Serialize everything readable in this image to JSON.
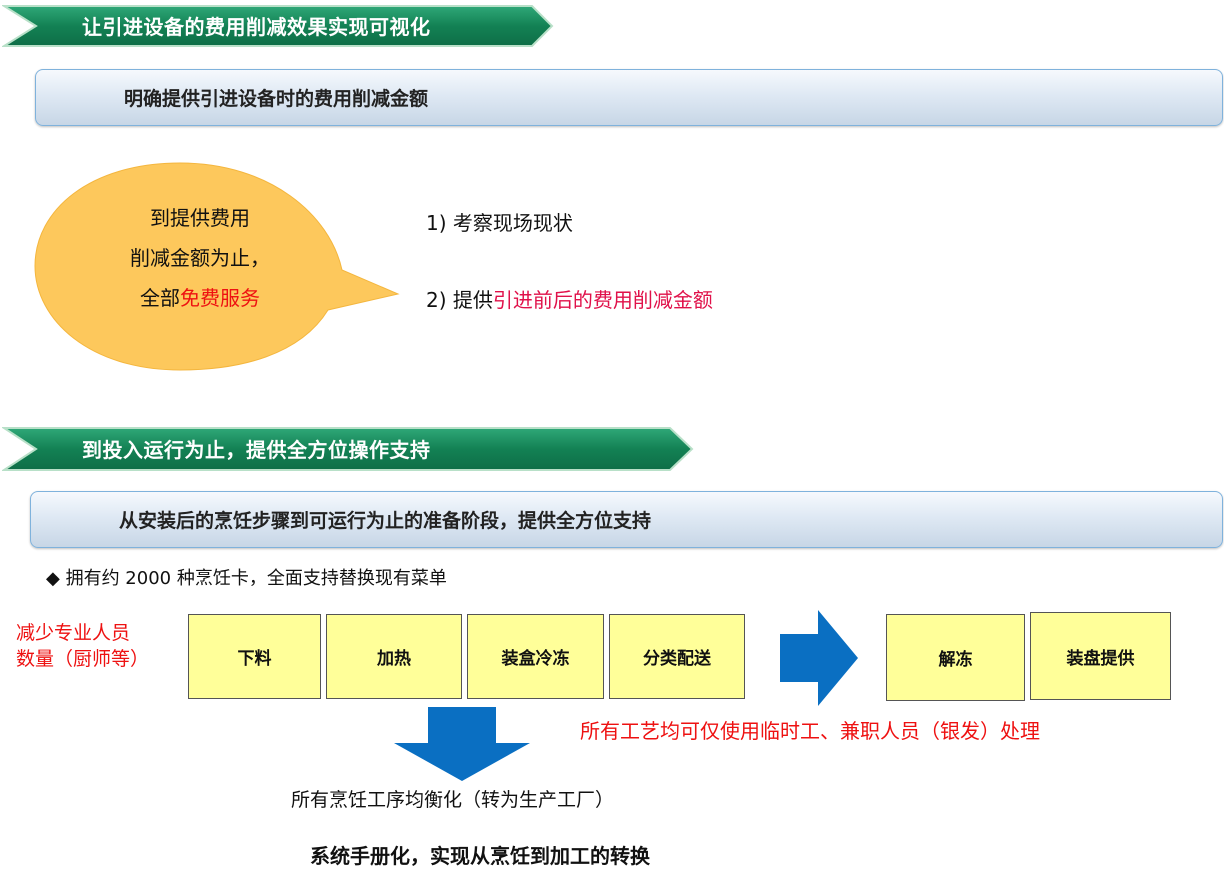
{
  "section1": {
    "banner_title": "让引进设备的费用削减效果实现可视化",
    "bar_title": "明确提供引进设备时的费用削减金额",
    "bubble": {
      "line1": "到提供费用",
      "line2": "削减金额为止，",
      "line3_prefix": "全部",
      "line3_highlight": "免费服务"
    },
    "steps": [
      {
        "text": "1) 考察现场现状",
        "highlight": ""
      },
      {
        "text": "2) 提供",
        "highlight": "引进前后的费用削减金额"
      }
    ]
  },
  "section2": {
    "banner_title": "到投入运行为止，提供全方位操作支持",
    "bar_title": "从安装后的烹饪步骤到可运行为止的准备阶段，提供全方位支持",
    "bullet": "◆ 拥有约 2000 种烹饪卡，全面支持替换现有菜单",
    "side_label_line1": "减少专业人员",
    "side_label_line2": "数量（厨师等）",
    "process_boxes_left": [
      "下料",
      "加热",
      "装盒冷冻",
      "分类配送"
    ],
    "process_boxes_right": [
      "解冻",
      "装盘提供"
    ],
    "right_note": "所有工艺均可仅使用临时工、兼职人员（银发）处理",
    "down_note": "所有烹饪工序均衡化（转为生产工厂）",
    "conclusion": "系统手册化，实现从烹饪到加工的转换"
  },
  "colors": {
    "banner_green": "#1a8a5c",
    "highlight_red": "#ee1111",
    "arrow_blue": "#0a6fc2",
    "box_yellow": "#ffff99",
    "bubble_orange": "#fdc85c"
  }
}
